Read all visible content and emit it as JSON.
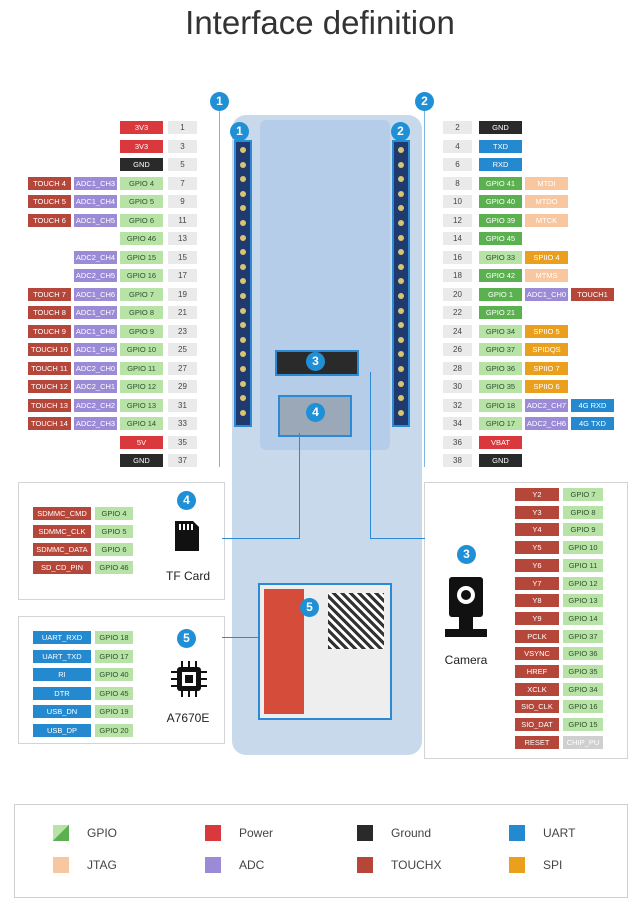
{
  "title": "Interface definition",
  "header_left_marker": "1",
  "header_right_marker": "2",
  "board_marker_1": "1",
  "board_marker_2": "2",
  "board_marker_3": "3",
  "board_marker_4": "4",
  "board_marker_5": "5",
  "module_label": "A7670E",
  "left_pins": [
    {
      "num": "1",
      "labels": [
        {
          "t": "3V3",
          "c": "pwr"
        }
      ]
    },
    {
      "num": "3",
      "labels": [
        {
          "t": "3V3",
          "c": "pwr"
        }
      ]
    },
    {
      "num": "5",
      "labels": [
        {
          "t": "GND",
          "c": "gnd"
        }
      ]
    },
    {
      "num": "7",
      "labels": [
        {
          "t": "GPIO 4",
          "c": "gpio"
        },
        {
          "t": "ADC1_CH3",
          "c": "adc"
        },
        {
          "t": "TOUCH 4",
          "c": "touch"
        }
      ]
    },
    {
      "num": "9",
      "labels": [
        {
          "t": "GPIO 5",
          "c": "gpio"
        },
        {
          "t": "ADC1_CH4",
          "c": "adc"
        },
        {
          "t": "TOUCH 5",
          "c": "touch"
        }
      ]
    },
    {
      "num": "11",
      "labels": [
        {
          "t": "GPIO 6",
          "c": "gpio"
        },
        {
          "t": "ADC1_CH5",
          "c": "adc"
        },
        {
          "t": "TOUCH 6",
          "c": "touch"
        }
      ]
    },
    {
      "num": "13",
      "labels": [
        {
          "t": "GPIO 46",
          "c": "gpio"
        }
      ]
    },
    {
      "num": "15",
      "labels": [
        {
          "t": "GPIO 15",
          "c": "gpio"
        },
        {
          "t": "ADC2_CH4",
          "c": "adc"
        }
      ]
    },
    {
      "num": "17",
      "labels": [
        {
          "t": "GPIO 16",
          "c": "gpio"
        },
        {
          "t": "ADC2_CH5",
          "c": "adc"
        }
      ]
    },
    {
      "num": "19",
      "labels": [
        {
          "t": "GPIO 7",
          "c": "gpio"
        },
        {
          "t": "ADC1_CH6",
          "c": "adc"
        },
        {
          "t": "TOUCH 7",
          "c": "touch"
        }
      ]
    },
    {
      "num": "21",
      "labels": [
        {
          "t": "GPIO 8",
          "c": "gpio"
        },
        {
          "t": "ADC1_CH7",
          "c": "adc"
        },
        {
          "t": "TOUCH 8",
          "c": "touch"
        }
      ]
    },
    {
      "num": "23",
      "labels": [
        {
          "t": "GPIO 9",
          "c": "gpio"
        },
        {
          "t": "ADC1_CH8",
          "c": "adc"
        },
        {
          "t": "TOUCH 9",
          "c": "touch"
        }
      ]
    },
    {
      "num": "25",
      "labels": [
        {
          "t": "GPIO 10",
          "c": "gpio"
        },
        {
          "t": "ADC1_CH9",
          "c": "adc"
        },
        {
          "t": "TOUCH 10",
          "c": "touch"
        }
      ]
    },
    {
      "num": "27",
      "labels": [
        {
          "t": "GPIO 11",
          "c": "gpio"
        },
        {
          "t": "ADC2_CH0",
          "c": "adc"
        },
        {
          "t": "TOUCH 11",
          "c": "touch"
        }
      ]
    },
    {
      "num": "29",
      "labels": [
        {
          "t": "GPIO 12",
          "c": "gpio"
        },
        {
          "t": "ADC2_CH1",
          "c": "adc"
        },
        {
          "t": "TOUCH 12",
          "c": "touch"
        }
      ]
    },
    {
      "num": "31",
      "labels": [
        {
          "t": "GPIO 13",
          "c": "gpio"
        },
        {
          "t": "ADC2_CH2",
          "c": "adc"
        },
        {
          "t": "TOUCH 13",
          "c": "touch"
        }
      ]
    },
    {
      "num": "33",
      "labels": [
        {
          "t": "GPIO 14",
          "c": "gpio"
        },
        {
          "t": "ADC2_CH3",
          "c": "adc"
        },
        {
          "t": "TOUCH 14",
          "c": "touch"
        }
      ]
    },
    {
      "num": "35",
      "labels": [
        {
          "t": "5V",
          "c": "pwr"
        }
      ]
    },
    {
      "num": "37",
      "labels": [
        {
          "t": "GND",
          "c": "gnd"
        }
      ]
    }
  ],
  "right_pins": [
    {
      "num": "2",
      "labels": [
        {
          "t": "GND",
          "c": "gnd"
        }
      ]
    },
    {
      "num": "4",
      "labels": [
        {
          "t": "TXD",
          "c": "uart"
        }
      ]
    },
    {
      "num": "6",
      "labels": [
        {
          "t": "RXD",
          "c": "uart"
        }
      ]
    },
    {
      "num": "8",
      "labels": [
        {
          "t": "GPIO 41",
          "c": "gpio-g"
        },
        {
          "t": "MTDI",
          "c": "jtag"
        }
      ]
    },
    {
      "num": "10",
      "labels": [
        {
          "t": "GPIO 40",
          "c": "gpio-g"
        },
        {
          "t": "MTDO",
          "c": "jtag"
        }
      ]
    },
    {
      "num": "12",
      "labels": [
        {
          "t": "GPIO 39",
          "c": "gpio-g"
        },
        {
          "t": "MTCK",
          "c": "jtag"
        }
      ]
    },
    {
      "num": "14",
      "labels": [
        {
          "t": "GPIO 45",
          "c": "gpio-g"
        }
      ]
    },
    {
      "num": "16",
      "labels": [
        {
          "t": "GPIO 33",
          "c": "gpio"
        },
        {
          "t": "SPIIO 4",
          "c": "spi"
        }
      ]
    },
    {
      "num": "18",
      "labels": [
        {
          "t": "GPIO 42",
          "c": "gpio-g"
        },
        {
          "t": "MTMS",
          "c": "jtag"
        }
      ]
    },
    {
      "num": "20",
      "labels": [
        {
          "t": "GPIO 1",
          "c": "gpio-g"
        },
        {
          "t": "ADC1_CH0",
          "c": "adc"
        },
        {
          "t": "TOUCH1",
          "c": "touch"
        }
      ]
    },
    {
      "num": "22",
      "labels": [
        {
          "t": "GPIO 21",
          "c": "gpio-g"
        }
      ]
    },
    {
      "num": "24",
      "labels": [
        {
          "t": "GPIO 34",
          "c": "gpio"
        },
        {
          "t": "SPIIO 5",
          "c": "spi"
        }
      ]
    },
    {
      "num": "26",
      "labels": [
        {
          "t": "GPIO 37",
          "c": "gpio"
        },
        {
          "t": "SPIDQS",
          "c": "spi"
        }
      ]
    },
    {
      "num": "28",
      "labels": [
        {
          "t": "GPIO 36",
          "c": "gpio"
        },
        {
          "t": "SPIIO 7",
          "c": "spi"
        }
      ]
    },
    {
      "num": "30",
      "labels": [
        {
          "t": "GPIO 35",
          "c": "gpio"
        },
        {
          "t": "SPIIO 6",
          "c": "spi"
        }
      ]
    },
    {
      "num": "32",
      "labels": [
        {
          "t": "GPIO 18",
          "c": "gpio"
        },
        {
          "t": "ADC2_CH7",
          "c": "adc"
        },
        {
          "t": "4G RXD",
          "c": "uart"
        }
      ]
    },
    {
      "num": "34",
      "labels": [
        {
          "t": "GPIO 17",
          "c": "gpio"
        },
        {
          "t": "ADC2_CH6",
          "c": "adc"
        },
        {
          "t": "4G TXD",
          "c": "uart"
        }
      ]
    },
    {
      "num": "36",
      "labels": [
        {
          "t": "VBAT",
          "c": "pwr"
        }
      ]
    },
    {
      "num": "38",
      "labels": [
        {
          "t": "GND",
          "c": "gnd"
        }
      ]
    }
  ],
  "tf_card": {
    "marker": "4",
    "caption": "TF Card",
    "rows": [
      {
        "name": "SDMMC_CMD",
        "gpio": "GPIO 4"
      },
      {
        "name": "SDMMC_CLK",
        "gpio": "GPIO 5"
      },
      {
        "name": "SDMMC_DATA",
        "gpio": "GPIO 6"
      },
      {
        "name": "SD_CD_PIN",
        "gpio": "GPIO 46"
      }
    ]
  },
  "a7670e": {
    "marker": "5",
    "caption": "A7670E",
    "rows": [
      {
        "name": "UART_RXD",
        "gpio": "GPIO 18"
      },
      {
        "name": "UART_TXD",
        "gpio": "GPIO 17"
      },
      {
        "name": "RI",
        "gpio": "GPIO 40"
      },
      {
        "name": "DTR",
        "gpio": "GPIO 45"
      },
      {
        "name": "USB_DN",
        "gpio": "GPIO 19"
      },
      {
        "name": "USB_DP",
        "gpio": "GPIO 20"
      }
    ]
  },
  "camera": {
    "marker": "3",
    "caption": "Camera",
    "rows": [
      {
        "name": "Y2",
        "gpio": "GPIO 7",
        "c": "cam",
        "g": "gpio"
      },
      {
        "name": "Y3",
        "gpio": "GPIO 8",
        "c": "cam",
        "g": "gpio"
      },
      {
        "name": "Y4",
        "gpio": "GPIO 9",
        "c": "cam",
        "g": "gpio"
      },
      {
        "name": "Y5",
        "gpio": "GPIO 10",
        "c": "cam",
        "g": "gpio"
      },
      {
        "name": "Y6",
        "gpio": "GPIO 11",
        "c": "cam",
        "g": "gpio"
      },
      {
        "name": "Y7",
        "gpio": "GPIO 12",
        "c": "cam",
        "g": "gpio"
      },
      {
        "name": "Y8",
        "gpio": "GPIO 13",
        "c": "cam",
        "g": "gpio"
      },
      {
        "name": "Y9",
        "gpio": "GPIO 14",
        "c": "cam",
        "g": "gpio"
      },
      {
        "name": "PCLK",
        "gpio": "GPIO 37",
        "c": "cam",
        "g": "gpio"
      },
      {
        "name": "VSYNC",
        "gpio": "GPIO 36",
        "c": "cam",
        "g": "gpio"
      },
      {
        "name": "HREF",
        "gpio": "GPIO 35",
        "c": "cam",
        "g": "gpio"
      },
      {
        "name": "XCLK",
        "gpio": "GPIO 34",
        "c": "cam",
        "g": "gpio"
      },
      {
        "name": "SIO_CLK",
        "gpio": "GPIO 16",
        "c": "cam",
        "g": "gpio"
      },
      {
        "name": "SIO_DAT",
        "gpio": "GPIO 15",
        "c": "cam",
        "g": "gpio"
      },
      {
        "name": "RESET",
        "gpio": "CHIP_PU",
        "c": "cam",
        "g": "chip"
      }
    ]
  },
  "legend": [
    {
      "label": "GPIO",
      "c": "gpio-legend"
    },
    {
      "label": "Power",
      "c": "pwr"
    },
    {
      "label": "Ground",
      "c": "gnd"
    },
    {
      "label": "UART",
      "c": "uart"
    },
    {
      "label": "JTAG",
      "c": "jtag"
    },
    {
      "label": "ADC",
      "c": "adc"
    },
    {
      "label": "TOUCHX",
      "c": "touch"
    },
    {
      "label": "SPI",
      "c": "spi"
    }
  ]
}
